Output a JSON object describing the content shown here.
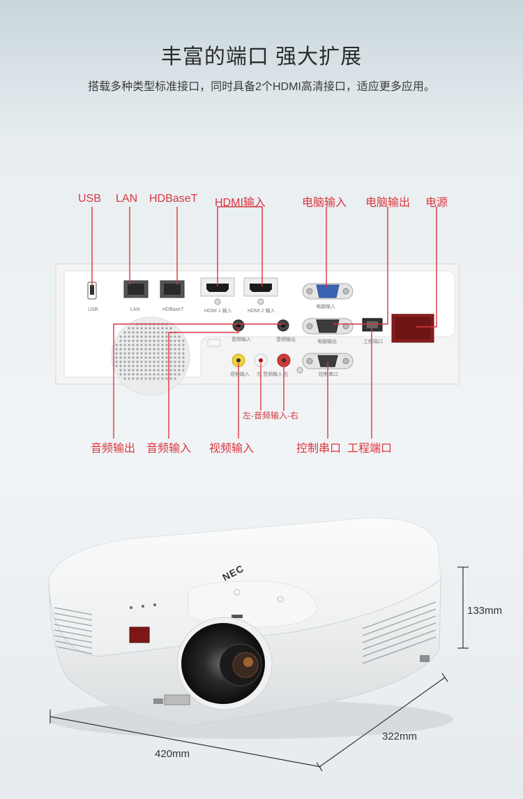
{
  "header": {
    "title": "丰富的端口 强大扩展",
    "subtitle": "搭载多种类型标准接口，同时具备2个HDMI高清接口，适应更多应用。"
  },
  "callouts": {
    "top": [
      "USB",
      "LAN",
      "HDBaseT",
      "HDMI输入",
      "电脑输入",
      "电脑输出",
      "电源"
    ],
    "audio_lr": "左-音频输入-右",
    "bottom": [
      "音频输出",
      "音频输入",
      "视频输入",
      "控制串口",
      "工程端口"
    ]
  },
  "panel_labels": {
    "usb": "USB",
    "lan": "LAN",
    "hdbaset": "HDBaseT",
    "hdmi1": "HDMI 1 输入",
    "hdmi2": "HDMI 2 输入",
    "pc_in": "电脑输入",
    "audio_in": "音频输入",
    "audio_out": "音频输出",
    "pc_out": "电脑输出",
    "service": "工程端口",
    "video_in": "视频输入",
    "audio_lr": "左 音频输入 右",
    "serial": "控制串口"
  },
  "dimensions": {
    "height": "133mm",
    "depth": "322mm",
    "width": "420mm"
  },
  "brand": {
    "logo": "NEC"
  },
  "colors": {
    "accent": "#d9363e",
    "leader": "#d9363e"
  }
}
